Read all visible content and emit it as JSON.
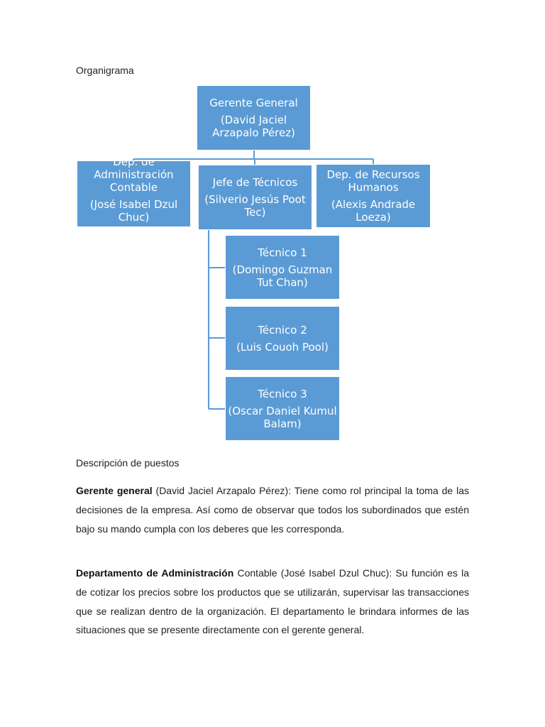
{
  "headings": {
    "organigrama": "Organigrama",
    "descripcion": "Descripción de  puestos"
  },
  "org_chart": {
    "gerente": {
      "title": "Gerente General",
      "name": "(David Jaciel Arzapalo Pérez)"
    },
    "administracion": {
      "title": "Dep. de Administración Contable",
      "name": "(José Isabel Dzul Chuc)"
    },
    "jefe_tecnicos": {
      "title": "Jefe de Técnicos",
      "name": "(Silverio Jesús Poot Tec)"
    },
    "recursos_humanos": {
      "title": "Dep. de Recursos Humanos",
      "name": "(Alexis Andrade Loeza)"
    },
    "tecnico1": {
      "title": "Técnico 1",
      "name": "(Domingo Guzman Tut Chan)"
    },
    "tecnico2": {
      "title": "Técnico 2",
      "name": "(Luis Couoh Pool)"
    },
    "tecnico3": {
      "title": "Técnico 3",
      "name": "(Oscar Daniel Kumul Balam)"
    },
    "colors": {
      "box": "#5b9bd5",
      "text": "#ffffff",
      "connector": "#5b9bd5"
    }
  },
  "descriptions": [
    {
      "bold": "Gerente general",
      "text": " (David Jaciel Arzapalo Pérez): Tiene como rol principal la toma de las decisiones de la empresa. Así como de observar que todos los subordinados que estén bajo su mando cumpla con los deberes que les corresponda."
    },
    {
      "bold": "Departamento de Administración",
      "text": " Contable (José Isabel Dzul Chuc): Su función es la de cotizar los precios sobre los productos que se utilizarán, supervisar las transacciones que se realizan dentro de la organización. El departamento le brindara informes de las situaciones que se presente directamente con el gerente general."
    }
  ]
}
